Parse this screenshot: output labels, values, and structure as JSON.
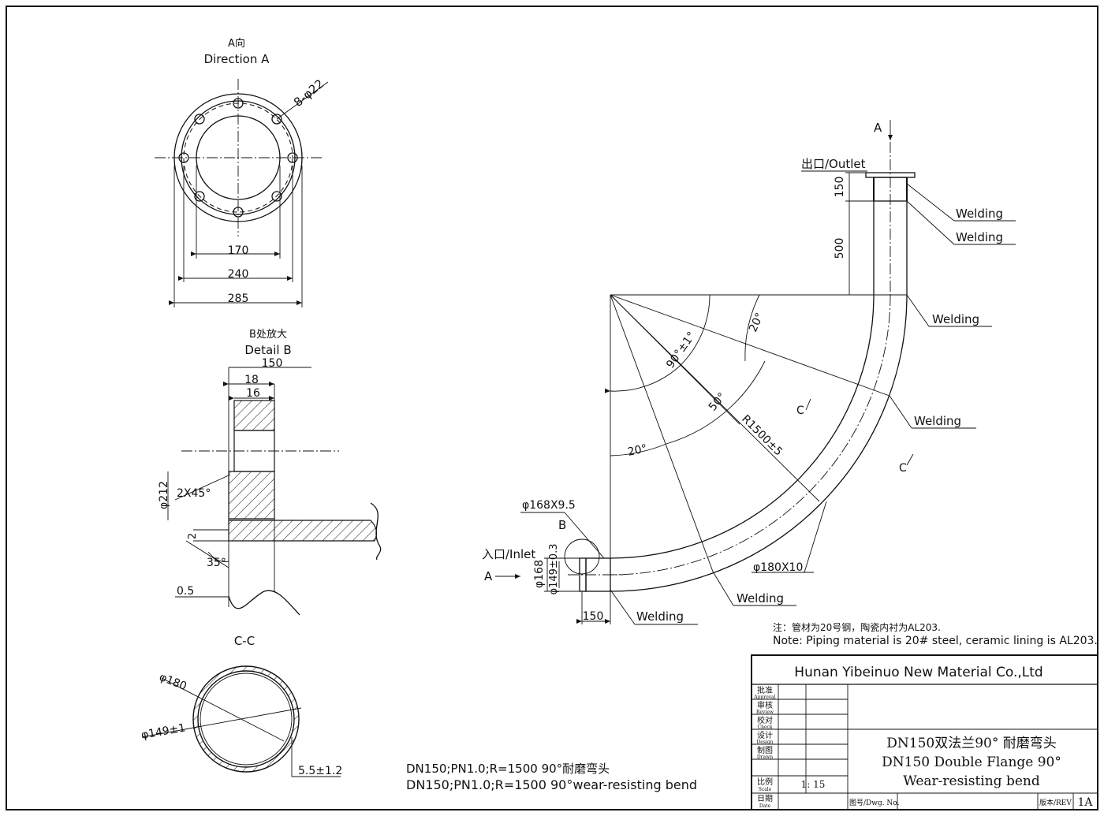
{
  "view_a": {
    "title_cn": "A向",
    "title_en": "Direction A",
    "holes": "8-φ22",
    "dim1": "170",
    "dim2": "240",
    "dim3": "285"
  },
  "detail_b": {
    "title_cn": "B处放大",
    "title_en": "Detail B",
    "dim_150": "150",
    "dim_18": "18",
    "dim_16": "16",
    "dia_212": "φ212",
    "chamfer": "2X45°",
    "dim_2": "2",
    "angle": "35°",
    "dim_05": "0.5"
  },
  "section_c": {
    "title": "C-C",
    "outer": "φ180",
    "inner": "φ149±1",
    "wall": "5.5±1.2"
  },
  "main": {
    "a_top": "A",
    "a_left": "A",
    "outlet": "出口/Outlet",
    "inlet": "入口/Inlet",
    "dim_150_top": "150",
    "dim_500": "500",
    "dim_150_bottom": "150",
    "welding": [
      "Welding",
      "Welding",
      "Welding",
      "Welding",
      "Welding",
      "Welding"
    ],
    "angle_20_top": "20°",
    "angle_20_bottom": "20°",
    "angle_90": "90°±1°",
    "angle_50": "50°",
    "radius": "R1500±5",
    "c1": "C",
    "c2": "C",
    "pipe_inlet": "φ168X9.5",
    "b_mark": "B",
    "dia_168": "φ168",
    "dia_149": "φ149±0.3",
    "pipe_main": "φ180X10"
  },
  "note": {
    "cn": "注：管材为20号钢，陶瓷内衬为AL203.",
    "en": "Note: Piping material is 20# steel, ceramic lining is AL203."
  },
  "spec": {
    "line1": "DN150;PN1.0;R=1500  90°耐磨弯头",
    "line2": "DN150;PN1.0;R=1500  90°wear-resisting bend"
  },
  "title_block": {
    "company": "Hunan Yibeinuo New Material Co.,Ltd",
    "rows": [
      {
        "cn": "批准",
        "en": "Approval"
      },
      {
        "cn": "审核",
        "en": "Review"
      },
      {
        "cn": "校对",
        "en": "Check"
      },
      {
        "cn": "设计",
        "en": "Design"
      },
      {
        "cn": "制图",
        "en": "Drawn"
      }
    ],
    "scale_cn": "比例",
    "scale_en": "Scale",
    "scale_value": "1: 15",
    "date_cn": "日期",
    "date_en": "Date",
    "name_cn": "DN150双法兰90° 耐磨弯头",
    "name_en1": "DN150 Double Flange 90°",
    "name_en2": "Wear-resisting bend",
    "dwg_no_label": "图号/Dwg. No.",
    "rev_label": "版本/REV",
    "rev_value": "1A"
  }
}
